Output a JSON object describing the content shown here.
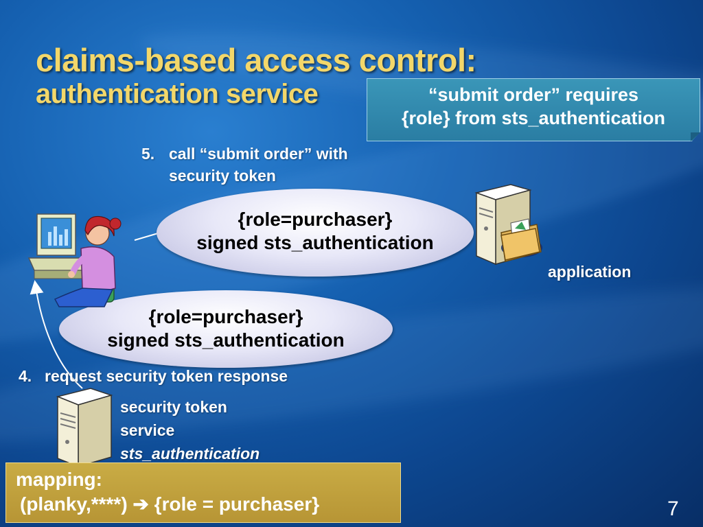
{
  "title": {
    "line1": "claims-based access control:",
    "line2": "authentication service"
  },
  "note": {
    "line1": "“submit order” requires",
    "line2": "{role} from sts_authentication"
  },
  "step5": {
    "number": "5.",
    "line1": "call “submit order” with",
    "line2": "security token"
  },
  "token_top": {
    "line1": "{role=purchaser}",
    "line2": "signed sts_authentication"
  },
  "token_bottom": {
    "line1": "{role=purchaser}",
    "line2": "signed sts_authentication"
  },
  "application_label": "application",
  "step4": {
    "number": "4.",
    "text": "request security token response"
  },
  "sts": {
    "line1": "security token",
    "line2": "service",
    "line3": "sts_authentication"
  },
  "mapping": {
    "line1": "mapping:",
    "line2_left": "(planky,****)",
    "arrow": "➔",
    "line2_right": "{role = purchaser}"
  },
  "page_number": "7",
  "colors": {
    "title": "#f3d76a",
    "note_bg": "#2a7da3",
    "mapping_bg": "#b79535",
    "background": "#1560b0"
  },
  "icons": {
    "user": "user-at-computer-icon",
    "application_server": "server-with-folder-icon",
    "sts_server": "server-icon"
  }
}
